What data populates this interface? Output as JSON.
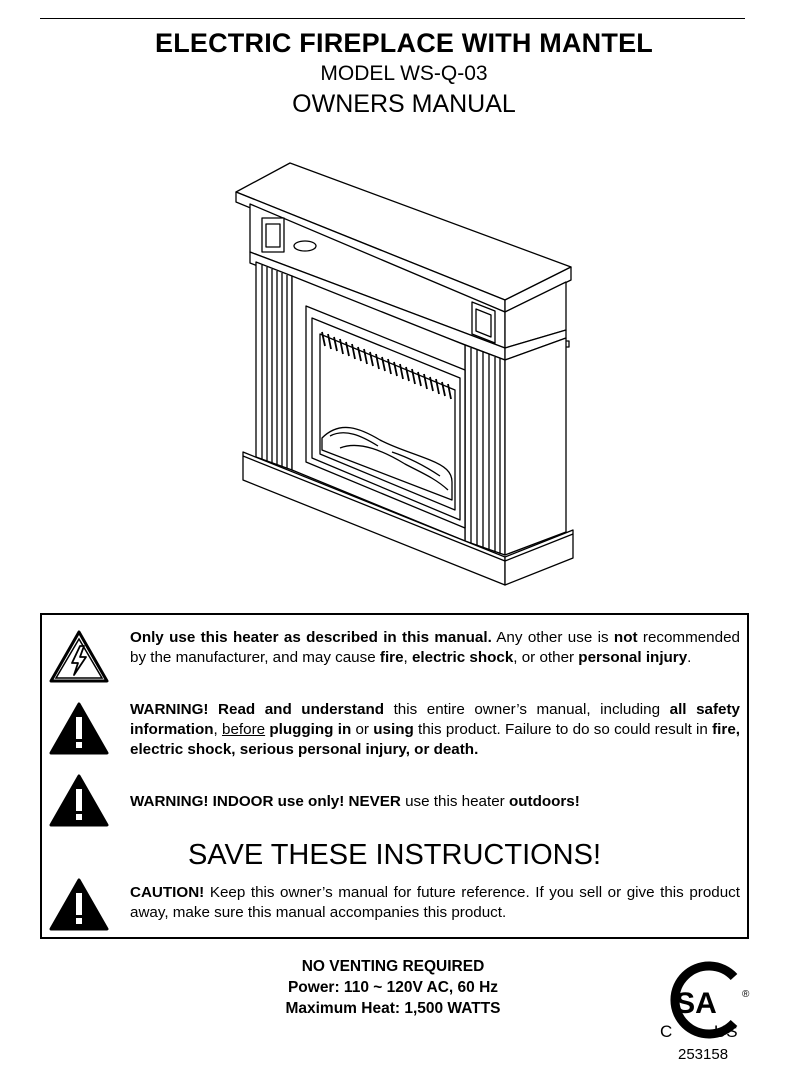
{
  "header": {
    "title": "ELECTRIC FIREPLACE WITH MANTEL",
    "model": "MODEL WS-Q-03",
    "subtitle": "OWNERS MANUAL"
  },
  "warnings": {
    "p1": {
      "b1": "Only use this heater as described in this manual.",
      "t1": " Any other use is ",
      "b2": "not",
      "t2": " recommended by the manufacturer, and may cause ",
      "b3": "fire",
      "t3": ", ",
      "b4": "electric shock",
      "t4": ", or other ",
      "b5": "personal injury",
      "t5": "."
    },
    "p2": {
      "b1": "WARNING! Read and understand",
      "t1": " this entire owner’s manual, including ",
      "b2": "all safety information",
      "t2": ", ",
      "u1": "before",
      "t3": " ",
      "b3": "plugging in",
      "t4": " or ",
      "b4": "using",
      "t5": " this product. Failure to do so could result in ",
      "b5": "fire, electric shock, serious personal injury, or death."
    },
    "p3": {
      "b1": "WARNING! INDOOR use only! NEVER",
      "t1": " use this heater ",
      "b2": "outdoors!"
    },
    "save": "SAVE THESE INSTRUCTIONS!",
    "p4": {
      "b1": "CAUTION!",
      "t1": " Keep this owner’s manual for future reference.  If you sell or give this product away, make sure this manual accompanies this product."
    }
  },
  "specs": {
    "venting": "NO VENTING REQUIRED",
    "power": "Power: 110 ~ 120V AC, 60 Hz",
    "heat": "Maximum Heat: 1,500 WATTS"
  },
  "certification": {
    "logo_letters": "SA",
    "registered": "®",
    "c": "C",
    "us": "US",
    "number": "253158"
  },
  "icons": [
    "electric-shock-warning-icon",
    "warning-icon"
  ]
}
